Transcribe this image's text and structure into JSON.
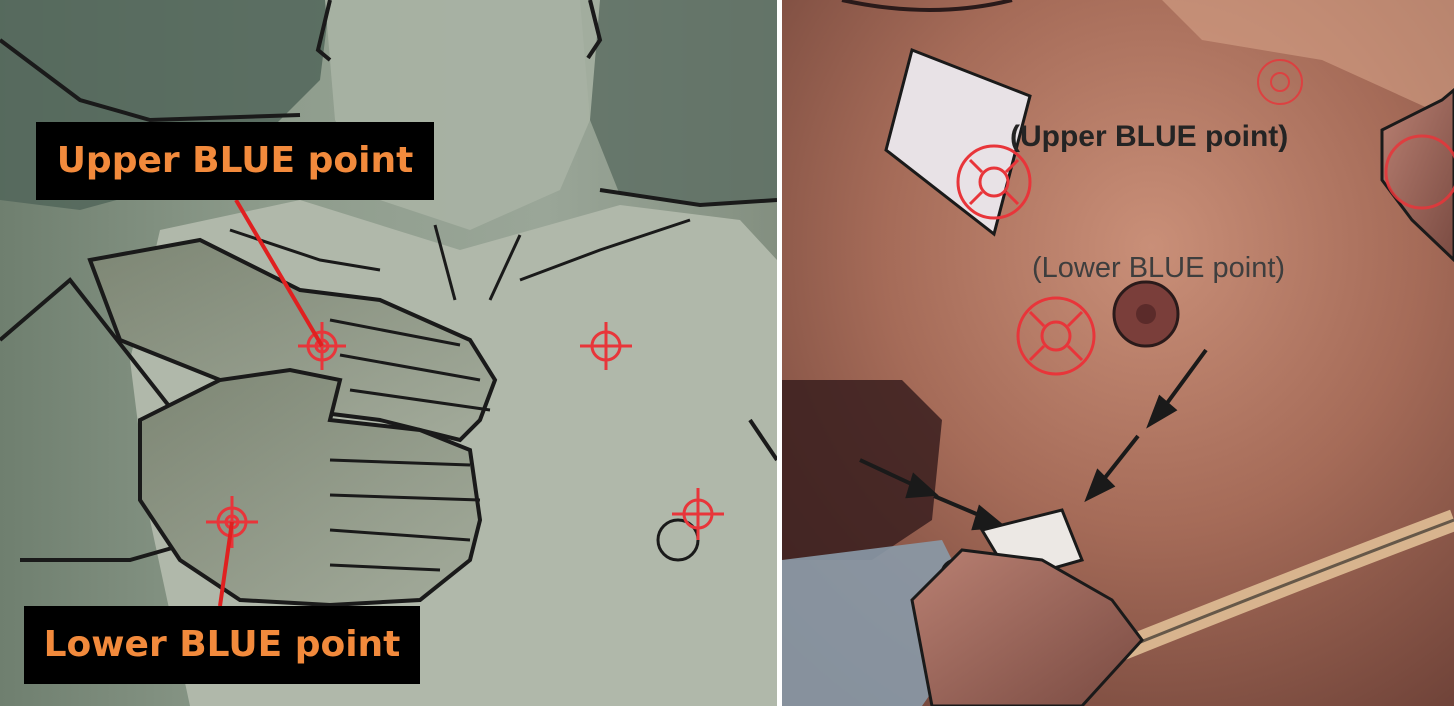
{
  "left_image": {
    "upper_callout": "Upper BLUE point",
    "lower_callout": "Lower BLUE point",
    "callout_text_color": "#f28a3c",
    "callout_background": "#000000",
    "pointer_color": "#e02020",
    "target_marker_color": "#e8353a"
  },
  "right_image": {
    "upper_label": "(Upper BLUE point)",
    "lower_label": "(Lower BLUE point)",
    "target_marker_color": "#e8353a"
  }
}
